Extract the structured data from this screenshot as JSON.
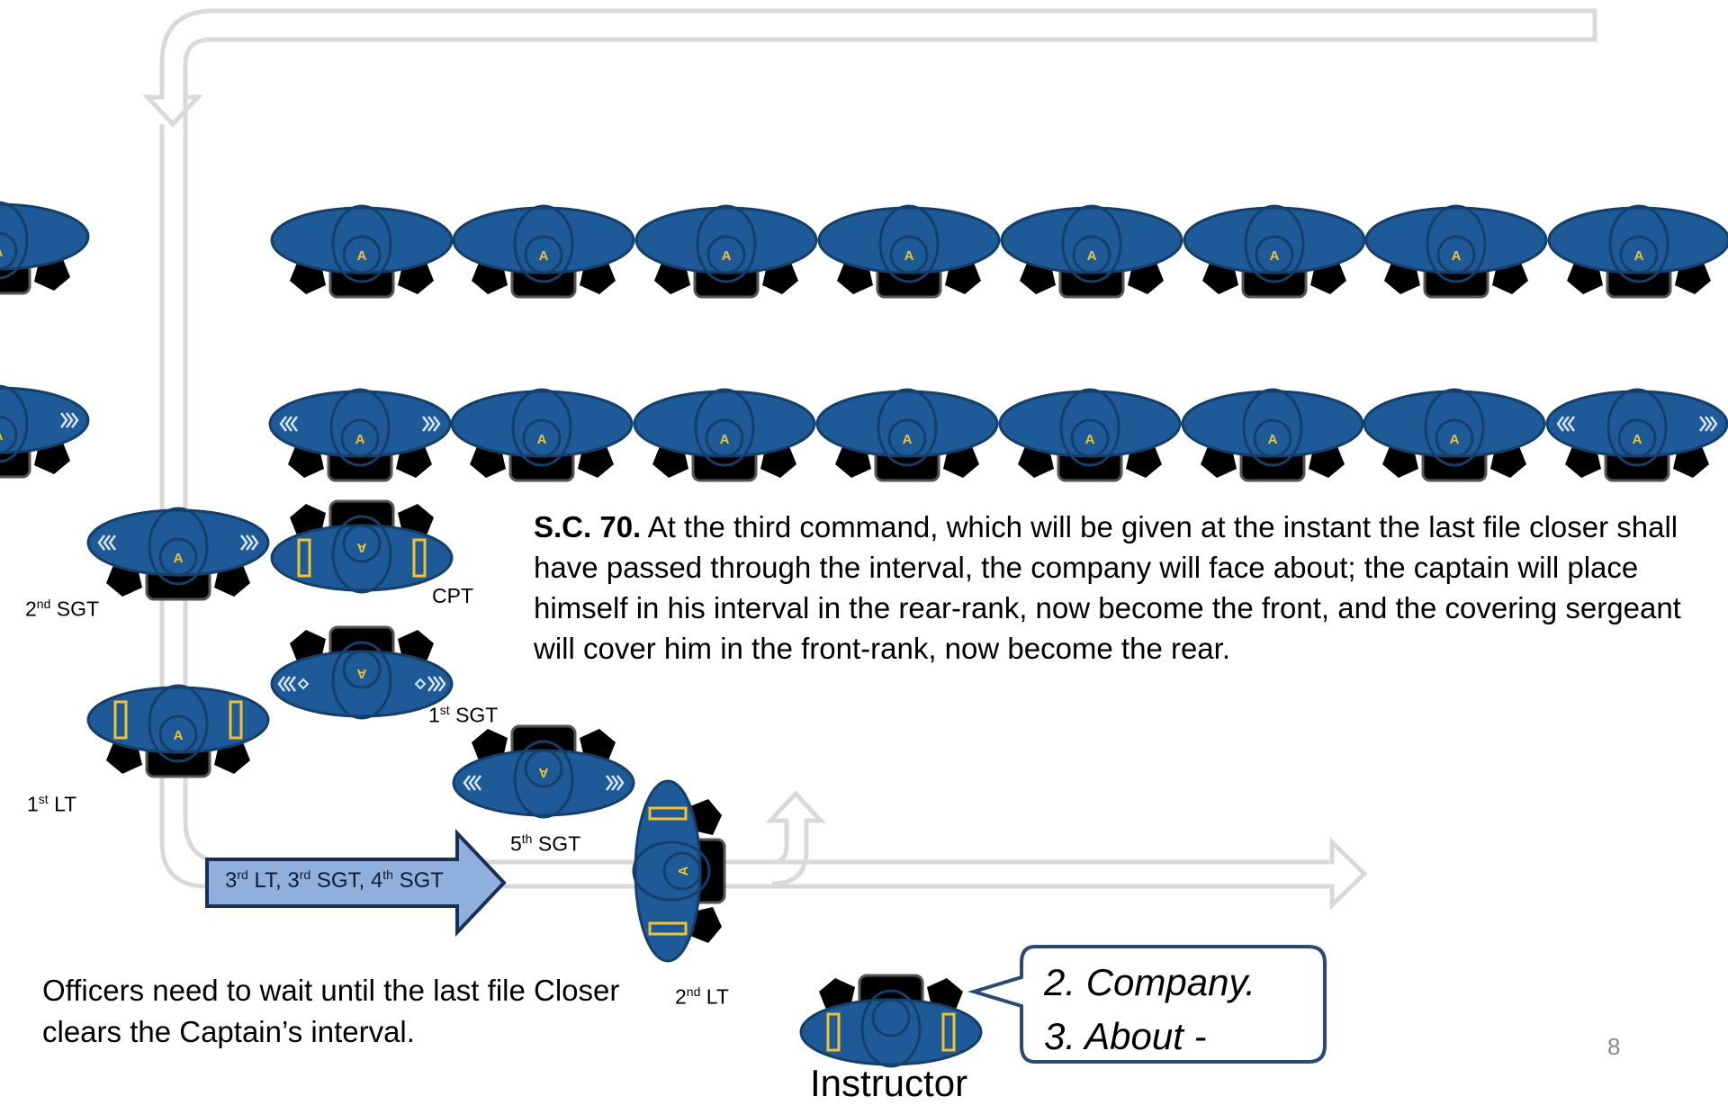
{
  "colors": {
    "uniform": "#1f5a98",
    "uniform_edge": "#153f6b",
    "badge": "#f2c230",
    "track": "#d9d9d9",
    "arrow_fill": "#8fb0dd",
    "arrow_edge": "#1b2f56",
    "callout_edge": "#2a4a74"
  },
  "icons": [
    "soldier-icon",
    "officer-icon",
    "chevron-mark",
    "track-arrow",
    "callout-bubble"
  ],
  "paragraph": {
    "ref": "S.C. 70.",
    "text": " At the third command, which will be given at the instant the last file closer shall have passed through the interval, the company will face about; the captain will place himself in his interval in the rear-rank, now become the front, and the covering sergeant will cover him in the front-rank, now become the rear."
  },
  "note": "Officers need to wait until the last file Closer clears the Captain’s interval.",
  "movers_arrow": {
    "p1": "3",
    "s1": "rd",
    "p2": " LT, 3",
    "s2": "rd",
    "p3": " SGT, 4",
    "s3": "th",
    "p4": " SGT"
  },
  "labels": {
    "sgt2": {
      "n": "2",
      "sup": "nd",
      "t": " SGT"
    },
    "cpt": {
      "t": "CPT"
    },
    "sgt1": {
      "n": "1",
      "sup": "st",
      "t": " SGT"
    },
    "lt1": {
      "n": "1",
      "sup": "st",
      "t": " LT"
    },
    "sgt5": {
      "n": "5",
      "sup": "th",
      "t": " SGT"
    },
    "lt2": {
      "n": "2",
      "sup": "nd",
      "t": " LT"
    }
  },
  "callout": {
    "line1": "2. Company.",
    "line2": "3. About -"
  },
  "instructor": "Instructor",
  "page_number": "8",
  "soldier_letter": "A"
}
